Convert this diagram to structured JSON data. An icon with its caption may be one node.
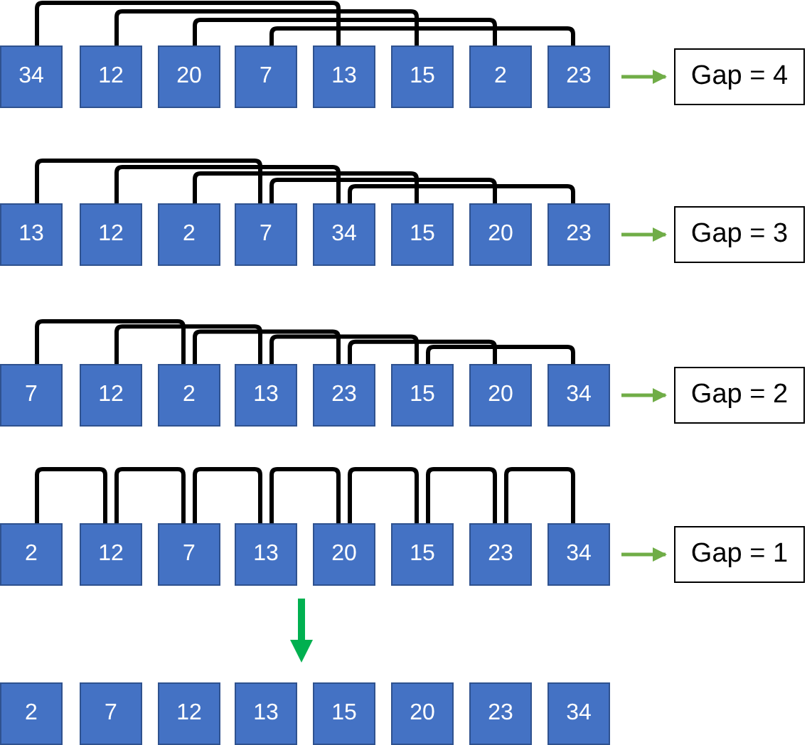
{
  "diagram": {
    "nodes": [
      {
        "text": [
          "34"
        ]
      },
      {
        "text": [
          "12"
        ]
      },
      {
        "text": [
          "20"
        ]
      },
      {
        "text": [
          "7"
        ]
      },
      {
        "text": [
          "13"
        ]
      },
      {
        "text": [
          "15"
        ]
      },
      {
        "text": [
          "2"
        ]
      },
      {
        "text": [
          "23"
        ]
      },
      {
        "text": [
          "Gap = 4"
        ]
      },
      {
        "text": [
          "13"
        ]
      },
      {
        "text": [
          "12"
        ]
      },
      {
        "text": [
          "2"
        ]
      },
      {
        "text": [
          "7"
        ]
      },
      {
        "text": [
          "34"
        ]
      },
      {
        "text": [
          "15"
        ]
      },
      {
        "text": [
          "20"
        ]
      },
      {
        "text": [
          "23"
        ]
      },
      {
        "text": [
          "Gap = 3"
        ]
      },
      {
        "text": [
          "7"
        ]
      },
      {
        "text": [
          "12"
        ]
      },
      {
        "text": [
          "2"
        ]
      },
      {
        "text": [
          "13"
        ]
      },
      {
        "text": [
          "23"
        ]
      },
      {
        "text": [
          "15"
        ]
      },
      {
        "text": [
          "20"
        ]
      },
      {
        "text": [
          "34"
        ]
      },
      {
        "text": [
          "Gap = 2"
        ]
      },
      {
        "text": [
          "2"
        ]
      },
      {
        "text": [
          "12"
        ]
      },
      {
        "text": [
          "7"
        ]
      },
      {
        "text": [
          "13"
        ]
      },
      {
        "text": [
          "20"
        ]
      },
      {
        "text": [
          "15"
        ]
      },
      {
        "text": [
          "23"
        ]
      },
      {
        "text": [
          "34"
        ]
      },
      {
        "text": [
          "Gap = 1"
        ]
      },
      {
        "text": [
          "2"
        ]
      },
      {
        "text": [
          "7"
        ]
      },
      {
        "text": [
          "12"
        ]
      },
      {
        "text": [
          "13"
        ]
      },
      {
        "text": [
          "15"
        ]
      },
      {
        "text": [
          "20"
        ]
      },
      {
        "text": [
          "23"
        ]
      },
      {
        "text": [
          "34"
        ]
      }
    ],
    "edges": [
      {
        "from": 0,
        "to": 4,
        "arrow": "none"
      },
      {
        "from": 1,
        "to": 5,
        "arrow": "none"
      },
      {
        "from": 2,
        "to": 6,
        "arrow": "none"
      },
      {
        "from": 3,
        "to": 7,
        "arrow": "none"
      },
      {
        "from": 7,
        "to": 8,
        "arrow": "to",
        "color": "#70ad47"
      },
      {
        "from": 9,
        "to": 12,
        "arrow": "none"
      },
      {
        "from": 10,
        "to": 13,
        "arrow": "none"
      },
      {
        "from": 11,
        "to": 14,
        "arrow": "none"
      },
      {
        "from": 12,
        "to": 15,
        "arrow": "none"
      },
      {
        "from": 13,
        "to": 16,
        "arrow": "none"
      },
      {
        "from": 16,
        "to": 17,
        "arrow": "to",
        "color": "#70ad47"
      },
      {
        "from": 18,
        "to": 20,
        "arrow": "none"
      },
      {
        "from": 19,
        "to": 21,
        "arrow": "none"
      },
      {
        "from": 20,
        "to": 22,
        "arrow": "none"
      },
      {
        "from": 21,
        "to": 23,
        "arrow": "none"
      },
      {
        "from": 22,
        "to": 24,
        "arrow": "none"
      },
      {
        "from": 23,
        "to": 25,
        "arrow": "none"
      },
      {
        "from": 25,
        "to": 26,
        "arrow": "to",
        "color": "#70ad47"
      },
      {
        "from": 27,
        "to": 28,
        "arrow": "none"
      },
      {
        "from": 28,
        "to": 29,
        "arrow": "none"
      },
      {
        "from": 29,
        "to": 30,
        "arrow": "none"
      },
      {
        "from": 30,
        "to": 31,
        "arrow": "none"
      },
      {
        "from": 31,
        "to": 32,
        "arrow": "none"
      },
      {
        "from": 32,
        "to": 33,
        "arrow": "none"
      },
      {
        "from": 33,
        "to": 34,
        "arrow": "none"
      },
      {
        "from": 34,
        "to": 35,
        "arrow": "to",
        "color": "#70ad47"
      }
    ]
  }
}
